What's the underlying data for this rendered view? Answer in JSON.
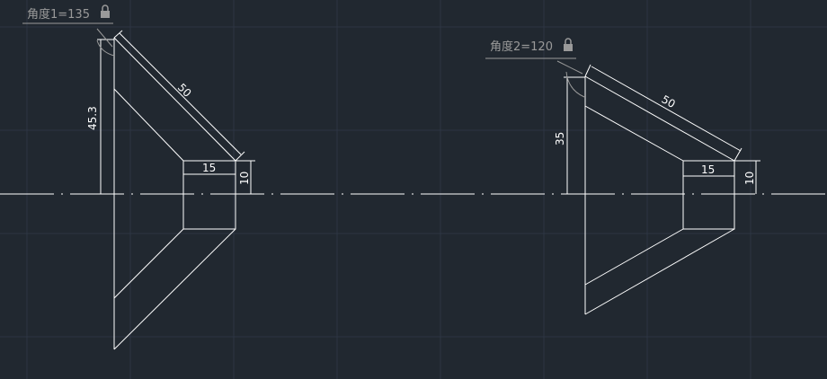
{
  "colors": {
    "background": "#212830",
    "grid": "#2d3542",
    "geometry": "#ffffff",
    "constraint": "#9a9a9a"
  },
  "left_part": {
    "param_label": "角度1=135",
    "dim_slant": "50",
    "dim_height": "45.3",
    "dim_width": "15",
    "dim_small_height": "10",
    "lock_icon": "lock-icon"
  },
  "right_part": {
    "param_label": "角度2=120",
    "dim_slant": "50",
    "dim_height": "35",
    "dim_width": "15",
    "dim_small_height": "10",
    "lock_icon": "lock-icon"
  }
}
